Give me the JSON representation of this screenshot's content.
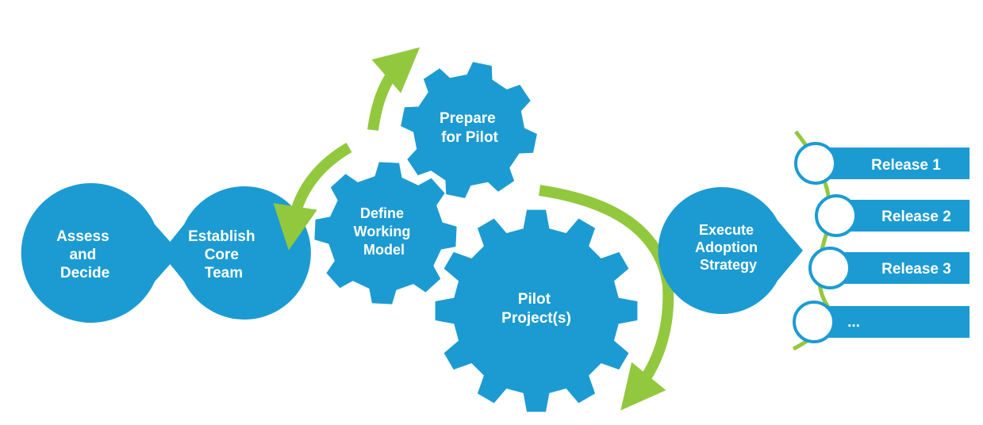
{
  "colors": {
    "primary_blue": "#1c9bd2",
    "accent_green": "#92c83e",
    "circle_fill": "#ffffff"
  },
  "steps": {
    "assess": [
      "Assess",
      "and",
      "Decide"
    ],
    "establish": [
      "Establish",
      "Core",
      "Team"
    ],
    "define": [
      "Define",
      "Working",
      "Model"
    ],
    "prepare": [
      "Prepare",
      "for Pilot"
    ],
    "pilot": [
      "Pilot",
      "Project(s)"
    ],
    "execute": [
      "Execute",
      "Adoption",
      "Strategy"
    ]
  },
  "releases": [
    "Release 1",
    "Release 2",
    "Release 3",
    "..."
  ]
}
